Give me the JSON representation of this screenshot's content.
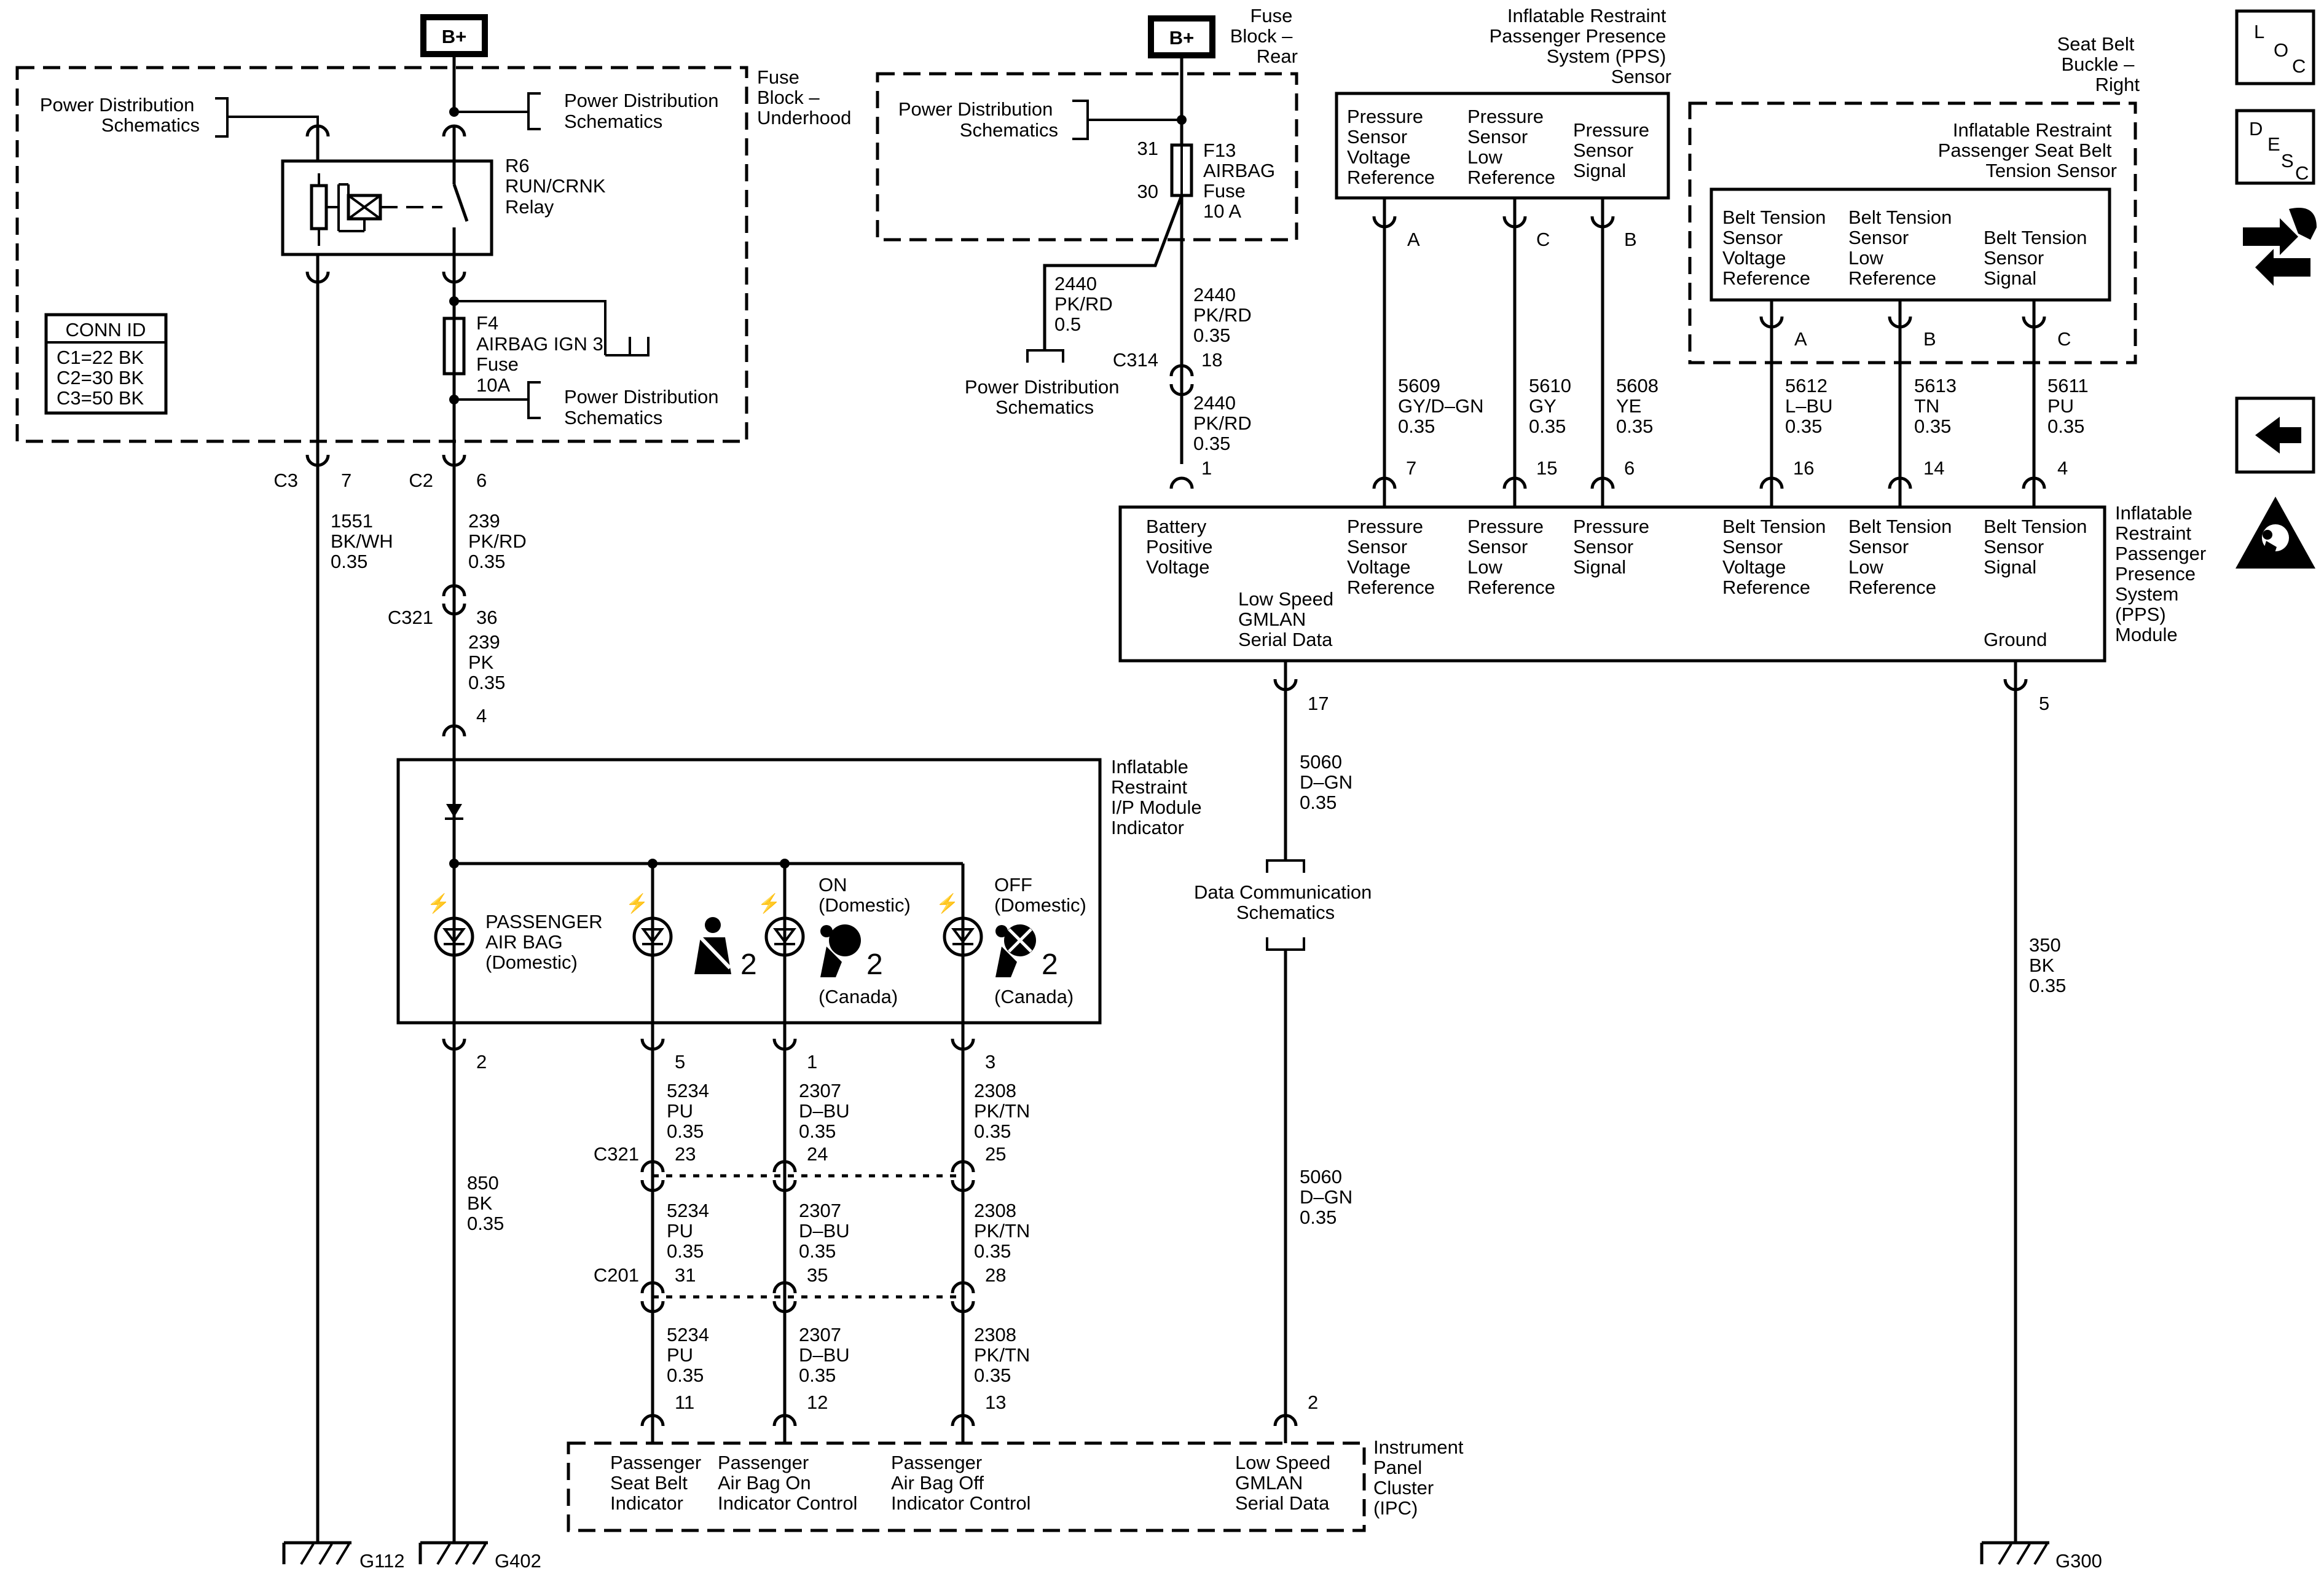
{
  "power": {
    "bplus": "B+"
  },
  "fuse_underhood": {
    "title_lines": [
      "Fuse",
      "Block –",
      "Underhood"
    ],
    "pds_left": [
      "Power Distribution",
      "Schematics"
    ],
    "pds_top": [
      "Power Distribution",
      "Schematics"
    ],
    "pds_f4": [
      "Power Distribution",
      "Schematics"
    ],
    "relay": [
      "R6",
      "RUN/CRNK",
      "Relay"
    ],
    "fuse_f4": [
      "F4",
      "AIRBAG IGN 3",
      "Fuse",
      "10A"
    ],
    "conn_id_title": "CONN ID",
    "conn_ids": [
      "C1=22 BK",
      "C2=30 BK",
      "C3=50 BK"
    ]
  },
  "fuse_rear": {
    "title_lines": [
      "Fuse",
      "Block –",
      "Rear"
    ],
    "pds": [
      "Power Distribution",
      "Schematics"
    ],
    "fuse_f13": [
      "F13",
      "AIRBAG",
      "Fuse",
      "10 A"
    ],
    "pin_31": "31",
    "pin_30": "30",
    "wire_branch": [
      "2440",
      "PK/RD",
      "0.5"
    ],
    "pds_bottom": [
      "Power Distribution",
      "Schematics"
    ],
    "wire_main": [
      "2440",
      "PK/RD",
      "0.35"
    ],
    "c314": "C314",
    "c314_pin": "18",
    "wire_main2": [
      "2440",
      "PK/RD",
      "0.35"
    ]
  },
  "pps_sensor": {
    "title_lines": [
      "Inflatable Restraint",
      "Passenger Presence",
      "System (PPS)",
      "Sensor"
    ],
    "cols": [
      {
        "label": [
          "Pressure",
          "Sensor",
          "Voltage",
          "Reference"
        ],
        "pin": "A",
        "wire": [
          "5609",
          "GY/D–GN",
          "0.35"
        ],
        "module_pin": "7"
      },
      {
        "label": [
          "Pressure",
          "Sensor",
          "Low",
          "Reference"
        ],
        "pin": "C",
        "wire": [
          "5610",
          "GY",
          "0.35"
        ],
        "module_pin": "15"
      },
      {
        "label": [
          "Pressure",
          "Sensor",
          "Signal"
        ],
        "pin": "B",
        "wire": [
          "5608",
          "YE",
          "0.35"
        ],
        "module_pin": "6"
      }
    ]
  },
  "seatbelt": {
    "title_lines": [
      "Seat Belt",
      "Buckle –",
      "Right"
    ],
    "sensor_lines": [
      "Inflatable Restraint",
      "Passenger Seat Belt",
      "Tension Sensor"
    ],
    "cols": [
      {
        "label": [
          "Belt Tension",
          "Sensor",
          "Voltage",
          "Reference"
        ],
        "pin": "A",
        "wire": [
          "5612",
          "L–BU",
          "0.35"
        ],
        "module_pin": "16"
      },
      {
        "label": [
          "Belt Tension",
          "Sensor",
          "Low",
          "Reference"
        ],
        "pin": "B",
        "wire": [
          "5613",
          "TN",
          "0.35"
        ],
        "module_pin": "14"
      },
      {
        "label": [
          "Belt Tension",
          "Sensor",
          "Signal"
        ],
        "pin": "C",
        "wire": [
          "5611",
          "PU",
          "0.35"
        ],
        "module_pin": "4"
      }
    ]
  },
  "pps_module": {
    "title_lines": [
      "Inflatable",
      "Restraint",
      "Passenger",
      "Presence",
      "System",
      "(PPS)",
      "Module"
    ],
    "battery": [
      "Battery",
      "Positive",
      "Voltage"
    ],
    "battery_pin": "1",
    "pins": [
      [
        "Pressure",
        "Sensor",
        "Voltage",
        "Reference"
      ],
      [
        "Pressure",
        "Sensor",
        "Low",
        "Reference"
      ],
      [
        "Pressure",
        "Sensor",
        "Signal"
      ],
      [
        "Belt Tension",
        "Sensor",
        "Voltage",
        "Reference"
      ],
      [
        "Belt Tension",
        "Sensor",
        "Low",
        "Reference"
      ],
      [
        "Belt Tension",
        "Sensor",
        "Signal"
      ]
    ],
    "gmlan": [
      "Low Speed",
      "GMLAN",
      "Serial Data"
    ],
    "gmlan_pin": "17",
    "ground": "Ground",
    "ground_pin": "5"
  },
  "data_comm": {
    "wire1": [
      "5060",
      "D–GN",
      "0.35"
    ],
    "label": [
      "Data Communication",
      "Schematics"
    ],
    "wire2": [
      "5060",
      "D–GN",
      "0.35"
    ],
    "ipc_pin": "2"
  },
  "ground_right": {
    "wire": [
      "350",
      "BK",
      "0.35"
    ],
    "label": "G300"
  },
  "left_wires": {
    "c3": "C3",
    "c3_pin": "7",
    "c2": "C2",
    "c2_pin": "6",
    "w1551": [
      "1551",
      "BK/WH",
      "0.35"
    ],
    "w239a": [
      "239",
      "PK/RD",
      "0.35"
    ],
    "c321": "C321",
    "c321_pin": "36",
    "w239b": [
      "239",
      "PK",
      "0.35"
    ],
    "module_pin": "4",
    "g112": "G112",
    "g402": "G402",
    "w850": [
      "850",
      "BK",
      "0.35"
    ],
    "pin2": "2"
  },
  "indicator": {
    "title_lines": [
      "Inflatable",
      "Restraint",
      "I/P Module",
      "Indicator"
    ],
    "passenger": [
      "PASSENGER",
      "AIR BAG",
      "(Domestic)"
    ],
    "on": [
      "ON",
      "(Domestic)"
    ],
    "off": [
      "OFF",
      "(Domestic)"
    ],
    "canada": "(Canada)",
    "icon_suffix": "2"
  },
  "indicator_wires": {
    "cols": [
      {
        "pin": "5",
        "w1": [
          "5234",
          "PU",
          "0.35"
        ],
        "c321_pin": "23",
        "w2": [
          "5234",
          "PU",
          "0.35"
        ],
        "c201_pin": "31",
        "w3": [
          "5234",
          "PU",
          "0.35"
        ],
        "ipc_pin": "11"
      },
      {
        "pin": "1",
        "w1": [
          "2307",
          "D–BU",
          "0.35"
        ],
        "c321_pin": "24",
        "w2": [
          "2307",
          "D–BU",
          "0.35"
        ],
        "c201_pin": "35",
        "w3": [
          "2307",
          "D–BU",
          "0.35"
        ],
        "ipc_pin": "12"
      },
      {
        "pin": "3",
        "w1": [
          "2308",
          "PK/TN",
          "0.35"
        ],
        "c321_pin": "25",
        "w2": [
          "2308",
          "PK/TN",
          "0.35"
        ],
        "c201_pin": "28",
        "w3": [
          "2308",
          "PK/TN",
          "0.35"
        ],
        "ipc_pin": "13"
      }
    ],
    "c321": "C321",
    "c201": "C201"
  },
  "ipc": {
    "title_lines": [
      "Instrument",
      "Panel",
      "Cluster",
      "(IPC)"
    ],
    "cells": [
      [
        "Passenger",
        "Seat Belt",
        "Indicator"
      ],
      [
        "Passenger",
        "Air Bag On",
        "Indicator Control"
      ],
      [
        "Passenger",
        "Air Bag Off",
        "Indicator Control"
      ],
      [
        "Low Speed",
        "GMLAN",
        "Serial Data"
      ]
    ]
  },
  "nav": {
    "loc": [
      "L",
      "O",
      "C"
    ],
    "desc": [
      "D",
      "E",
      "S",
      "C"
    ],
    "icons": [
      "connector-tools-icon",
      "back-arrow-icon",
      "airbag-warning-icon"
    ]
  }
}
